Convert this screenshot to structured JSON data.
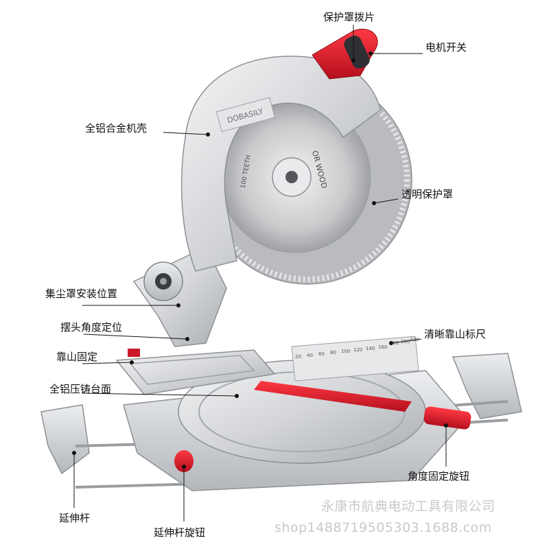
{
  "labels": {
    "guard_lever": "保护罩拨片",
    "motor_switch": "电机开关",
    "housing": "全铝合金机壳",
    "clear_guard": "透明保护罩",
    "dust_mount": "集尘罩安装位置",
    "bevel_lock": "摆头角度定位",
    "fence_clamp": "靠山固定",
    "clear_scale": "清晰靠山标尺",
    "die_cast_table": "全铝压铸台面",
    "angle_knob": "角度固定旋钮",
    "extension_rod": "延伸杆",
    "extension_knob": "延伸杆旋钮"
  },
  "product_text": {
    "brand": "DOBASILY",
    "blade_text_right": "OR WOOD",
    "blade_text_left": "100 TEETH",
    "scale_numbers": [
      "20",
      "40",
      "60",
      "80",
      "100",
      "120",
      "140",
      "160",
      "180",
      "200",
      "220"
    ]
  },
  "watermark": {
    "company": "永康市航典电动工具有限公司",
    "shop": "shop1488719505303.1688.com"
  },
  "colors": {
    "body_silver": "#d9dadc",
    "accent_red": "#d8182a",
    "text": "#111111",
    "watermark": "#c9c9c9"
  }
}
